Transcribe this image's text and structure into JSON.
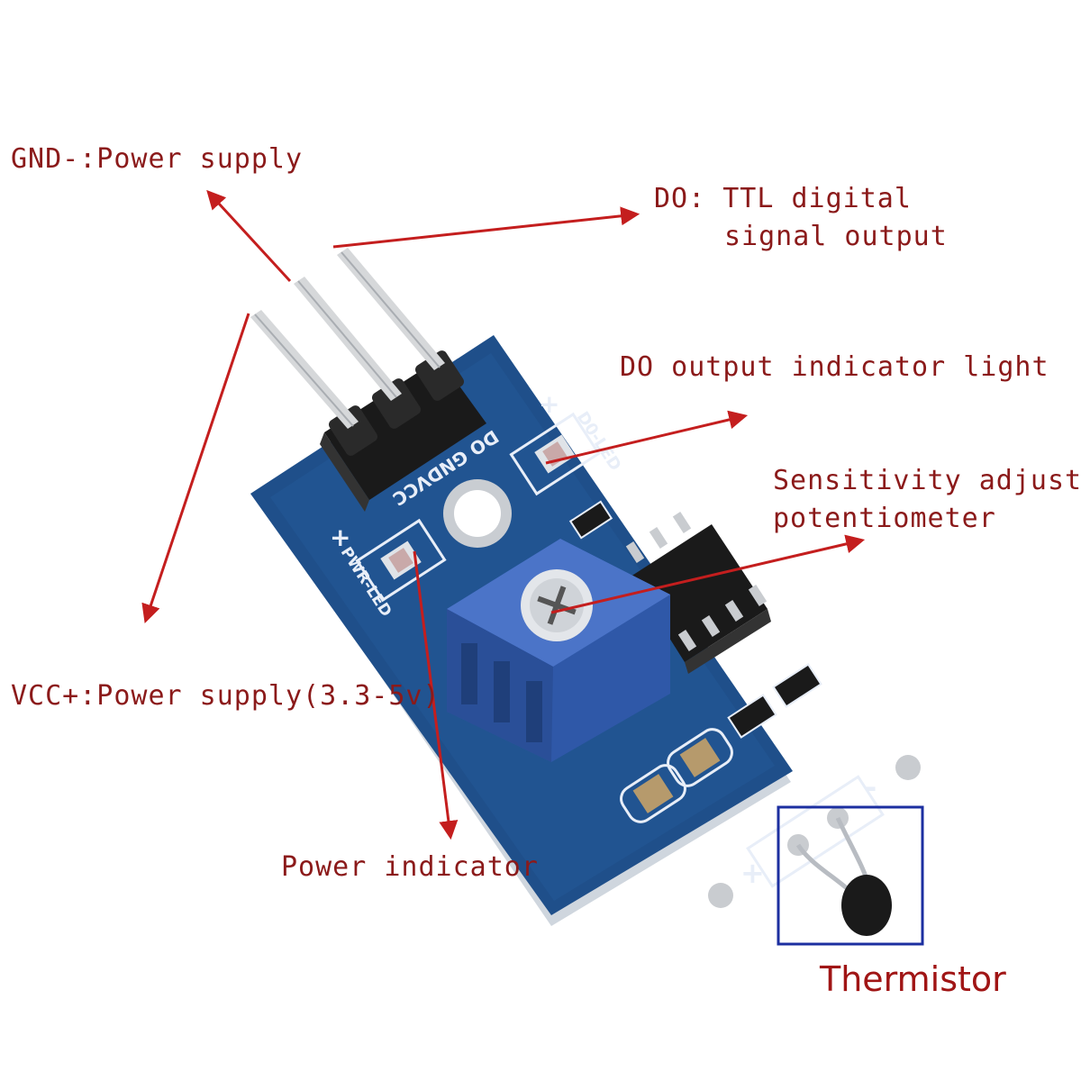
{
  "labels": {
    "gnd": "GND-:Power supply",
    "do_line1": "DO: TTL digital",
    "do_line2": "signal output",
    "do_led": "DO output indicator light",
    "sensitivity_line1": "Sensitivity adjust",
    "sensitivity_line2": "potentiometer",
    "vcc": "VCC+:Power supply(3.3-5v)",
    "power_indicator": "Power indicator",
    "thermistor": "Thermistor"
  },
  "board_silkscreen": {
    "pins": "DO GNDVCC",
    "do_led": "D0-LED",
    "pwr_led": "PWR-LED",
    "plus": "+",
    "minus": "-"
  },
  "colors": {
    "label_text": "#8b1a1a",
    "arrow": "#c41e1e",
    "pcb": "#1f4f8a",
    "potentiometer": "#3a63b8",
    "highlight_box": "#1c2fa0"
  }
}
